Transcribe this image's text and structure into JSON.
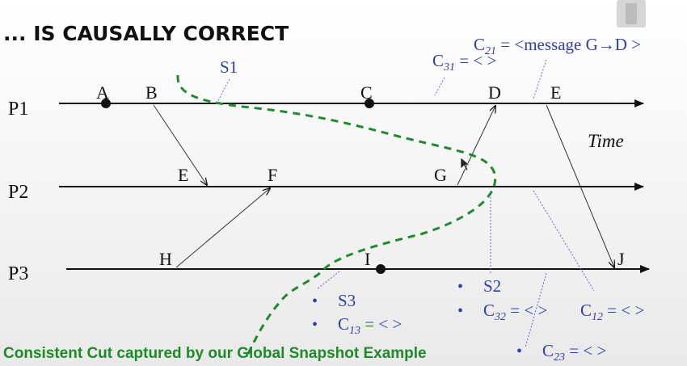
{
  "heading": "... IS CAUSALLY CORRECT",
  "processes": [
    "P1",
    "P2",
    "P3"
  ],
  "events": {
    "A": "A",
    "B": "B",
    "C": "C",
    "D": "D",
    "E1": "E",
    "E2": "E",
    "F": "F",
    "G": "G",
    "H": "H",
    "I": "I",
    "J": "J"
  },
  "time_label": "Time",
  "cuts": {
    "s1": "S1",
    "s2": "S2",
    "s3": "S3"
  },
  "channels": {
    "c21": {
      "base": "C",
      "sub": "21",
      "rest": " = <message G→D >"
    },
    "c31": {
      "base": "C",
      "sub": "31",
      "rest": " = < >"
    },
    "c32": {
      "base": "C",
      "sub": "32",
      "rest": " = < >"
    },
    "c12": {
      "base": "C",
      "sub": "12",
      "rest": " = < >"
    },
    "c13": {
      "base": "C",
      "sub": "13",
      "rest": " = < >"
    },
    "c23": {
      "base": "C",
      "sub": "23",
      "rest": " = < >"
    }
  },
  "bullet": "•",
  "caption": "Consistent Cut captured by our Global Snapshot Example",
  "colors": {
    "cut": "#1f8a2a",
    "annotation": "#2f3fa8",
    "line": "#111111"
  }
}
